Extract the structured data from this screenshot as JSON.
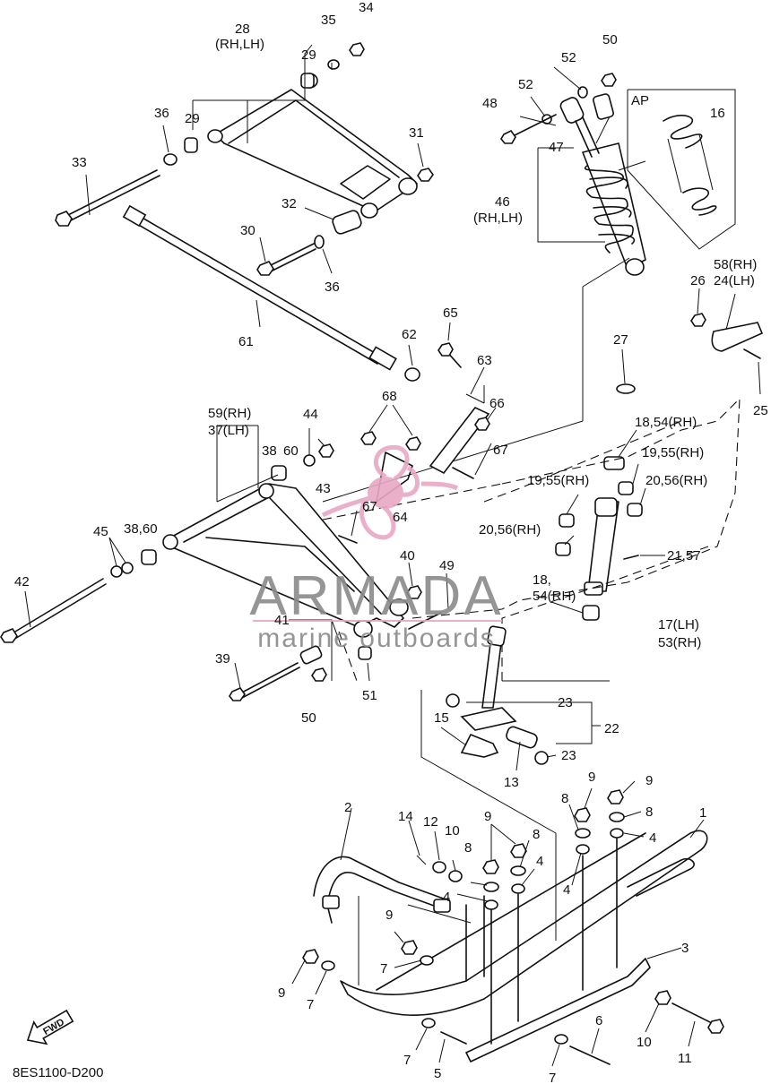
{
  "diagram_code": "8ES1100-D200",
  "fwd_label": "FWD",
  "ap_label": "AP",
  "watermark": {
    "brand": "ARMADA",
    "tagline": "marine outboards",
    "color": "#e8a8c4",
    "text_color": "#8a8a8a"
  },
  "callouts": [
    {
      "id": "c1",
      "text": "1"
    },
    {
      "id": "c2",
      "text": "2"
    },
    {
      "id": "c3",
      "text": "3"
    },
    {
      "id": "c4a",
      "text": "4"
    },
    {
      "id": "c4b",
      "text": "4"
    },
    {
      "id": "c4c",
      "text": "4"
    },
    {
      "id": "c4d",
      "text": "4"
    },
    {
      "id": "c4e",
      "text": "4"
    },
    {
      "id": "c5",
      "text": "5"
    },
    {
      "id": "c6",
      "text": "6"
    },
    {
      "id": "c7a",
      "text": "7"
    },
    {
      "id": "c7b",
      "text": "7"
    },
    {
      "id": "c7c",
      "text": "7"
    },
    {
      "id": "c7d",
      "text": "7"
    },
    {
      "id": "c8a",
      "text": "8"
    },
    {
      "id": "c8b",
      "text": "8"
    },
    {
      "id": "c8c",
      "text": "8"
    },
    {
      "id": "c8d",
      "text": "8"
    },
    {
      "id": "c9a",
      "text": "9"
    },
    {
      "id": "c9b",
      "text": "9"
    },
    {
      "id": "c9c",
      "text": "9"
    },
    {
      "id": "c9d",
      "text": "9"
    },
    {
      "id": "c9e",
      "text": "9"
    },
    {
      "id": "c10a",
      "text": "10"
    },
    {
      "id": "c10b",
      "text": "10"
    },
    {
      "id": "c11",
      "text": "11"
    },
    {
      "id": "c12",
      "text": "12"
    },
    {
      "id": "c13",
      "text": "13"
    },
    {
      "id": "c14",
      "text": "14"
    },
    {
      "id": "c15",
      "text": "15"
    },
    {
      "id": "c16",
      "text": "16"
    },
    {
      "id": "c17",
      "text": "17(LH)"
    },
    {
      "id": "c53",
      "text": "53(RH)"
    },
    {
      "id": "c18a",
      "text": "18,54(RH)"
    },
    {
      "id": "c18b",
      "text": "18,"
    },
    {
      "id": "c54b",
      "text": "54(RH)"
    },
    {
      "id": "c19a",
      "text": "19,55(RH)"
    },
    {
      "id": "c19b",
      "text": "19,55(RH)"
    },
    {
      "id": "c20a",
      "text": "20,56(RH)"
    },
    {
      "id": "c20b",
      "text": "20,56(RH)"
    },
    {
      "id": "c21",
      "text": "21,57"
    },
    {
      "id": "c22",
      "text": "22"
    },
    {
      "id": "c23a",
      "text": "23"
    },
    {
      "id": "c23b",
      "text": "23"
    },
    {
      "id": "c25",
      "text": "25"
    },
    {
      "id": "c26",
      "text": "26"
    },
    {
      "id": "c27",
      "text": "27"
    },
    {
      "id": "c28",
      "text": "28"
    },
    {
      "id": "c28s",
      "text": "(RH,LH)"
    },
    {
      "id": "c29a",
      "text": "29"
    },
    {
      "id": "c29b",
      "text": "29"
    },
    {
      "id": "c30",
      "text": "30"
    },
    {
      "id": "c31",
      "text": "31"
    },
    {
      "id": "c32",
      "text": "32"
    },
    {
      "id": "c33",
      "text": "33"
    },
    {
      "id": "c34",
      "text": "34"
    },
    {
      "id": "c35",
      "text": "35"
    },
    {
      "id": "c36a",
      "text": "36"
    },
    {
      "id": "c36b",
      "text": "36"
    },
    {
      "id": "c38a",
      "text": "38"
    },
    {
      "id": "c60a",
      "text": "60"
    },
    {
      "id": "c3860",
      "text": "38,60"
    },
    {
      "id": "c39",
      "text": "39"
    },
    {
      "id": "c40",
      "text": "40"
    },
    {
      "id": "c41",
      "text": "41"
    },
    {
      "id": "c42",
      "text": "42"
    },
    {
      "id": "c43",
      "text": "43"
    },
    {
      "id": "c44",
      "text": "44"
    },
    {
      "id": "c45",
      "text": "45"
    },
    {
      "id": "c46",
      "text": "46"
    },
    {
      "id": "c46s",
      "text": "(RH,LH)"
    },
    {
      "id": "c47",
      "text": "47"
    },
    {
      "id": "c48",
      "text": "48"
    },
    {
      "id": "c49",
      "text": "49"
    },
    {
      "id": "c50a",
      "text": "50"
    },
    {
      "id": "c50b",
      "text": "50"
    },
    {
      "id": "c51",
      "text": "51"
    },
    {
      "id": "c52a",
      "text": "52"
    },
    {
      "id": "c52b",
      "text": "52"
    },
    {
      "id": "c58",
      "text": "58(RH)"
    },
    {
      "id": "c24",
      "text": "24(LH)"
    },
    {
      "id": "c59",
      "text": "59(RH)"
    },
    {
      "id": "c37",
      "text": "37(LH)"
    },
    {
      "id": "c61",
      "text": "61"
    },
    {
      "id": "c62",
      "text": "62"
    },
    {
      "id": "c63",
      "text": "63"
    },
    {
      "id": "c64",
      "text": "64"
    },
    {
      "id": "c65",
      "text": "65"
    },
    {
      "id": "c66",
      "text": "66"
    },
    {
      "id": "c67a",
      "text": "67"
    },
    {
      "id": "c67b",
      "text": "67"
    },
    {
      "id": "c68",
      "text": "68"
    }
  ]
}
